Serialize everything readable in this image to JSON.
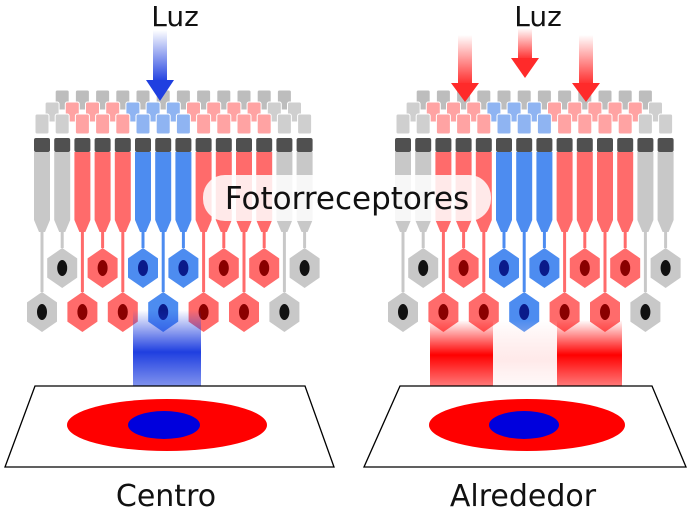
{
  "labels": {
    "light_left": "Luz",
    "light_right": "Luz",
    "photoreceptors": "Fotorreceptores",
    "center": "Centro",
    "surround": "Alrededor"
  },
  "colors": {
    "blue": "#1f3fe0",
    "blue_receptor": "#4d8cf0",
    "red": "#ff0000",
    "red_receptor": "#ff6b6b",
    "gray_receptor": "#c8c8c8",
    "dark_cap": "#505050"
  },
  "panels": [
    {
      "id": "center",
      "stimulus": "blue"
    },
    {
      "id": "surround",
      "stimulus": "red"
    }
  ]
}
